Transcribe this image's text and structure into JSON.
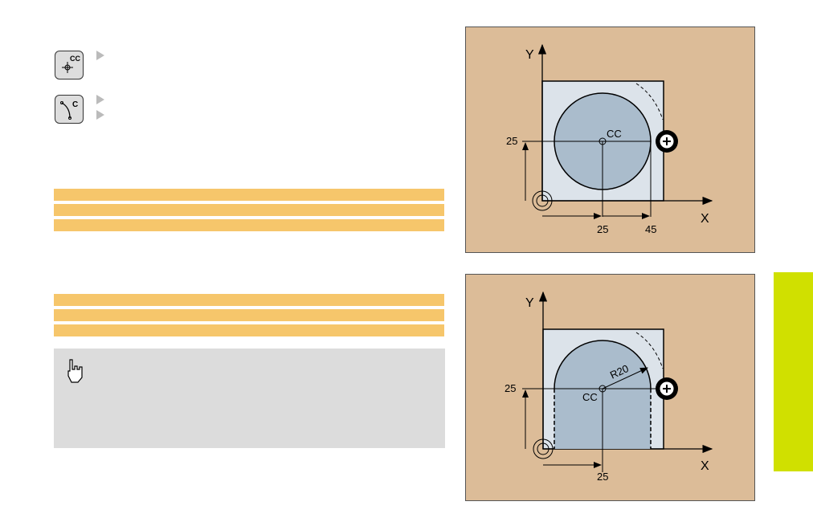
{
  "keys": [
    {
      "label": "CC",
      "icon": "circle-center-key-icon"
    },
    {
      "label": "C",
      "icon": "circular-path-key-icon"
    }
  ],
  "figure1": {
    "y_axis": "Y",
    "x_axis": "X",
    "center_label": "CC",
    "y_dim": "25",
    "x_dims": [
      "25",
      "45"
    ]
  },
  "figure2": {
    "y_axis": "Y",
    "x_axis": "X",
    "center_label": "CC",
    "radius_label": "R20",
    "y_dim": "25",
    "x_dims": [
      "25"
    ]
  },
  "colors": {
    "table_bar": "#f6c66b",
    "figure_bg": "#dcbc98",
    "tab": "#d0e000",
    "note": "#dcdcdc"
  }
}
